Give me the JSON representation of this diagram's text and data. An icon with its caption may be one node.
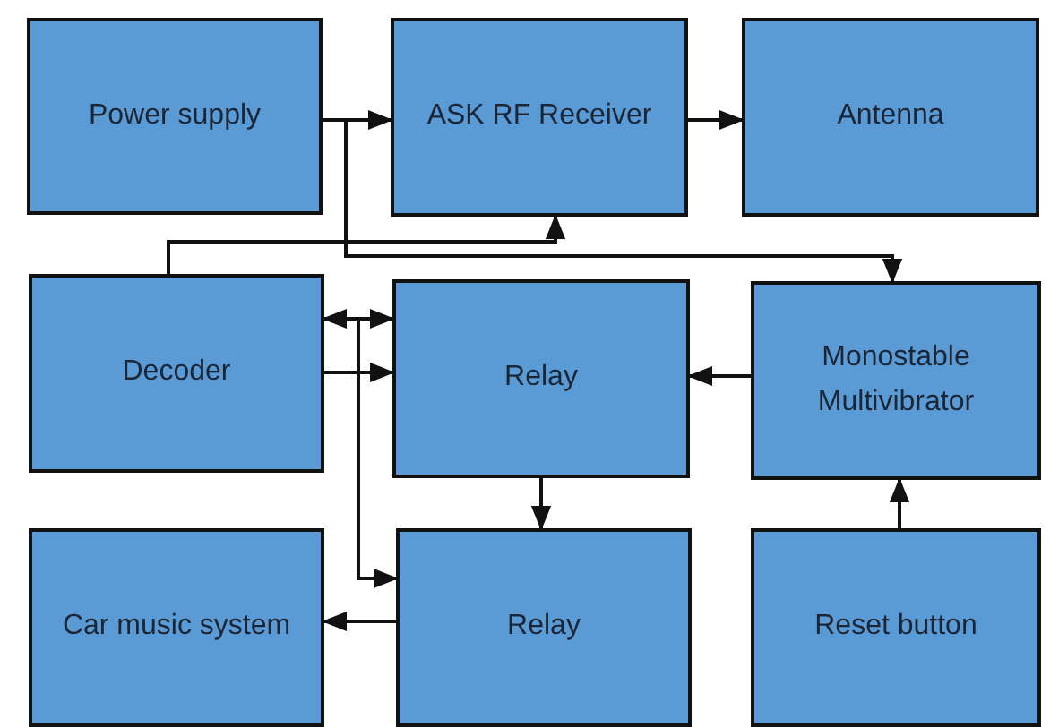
{
  "diagram": {
    "nodes": [
      {
        "text": [
          "Power supply"
        ]
      },
      {
        "text": [
          "ASK RF Receiver"
        ]
      },
      {
        "text": [
          "Antenna"
        ]
      },
      {
        "text": [
          "Decoder"
        ]
      },
      {
        "text": [
          "Relay"
        ]
      },
      {
        "text": [
          "Monostable Multivibrator"
        ]
      },
      {
        "text": [
          "Car music system"
        ]
      },
      {
        "text": [
          "Relay"
        ]
      },
      {
        "text": [
          "Reset button"
        ]
      }
    ],
    "edges": [
      {
        "from": 0,
        "to": 1,
        "arrow": "to"
      },
      {
        "from": 1,
        "to": 2,
        "arrow": "to"
      },
      {
        "from": 3,
        "to": 1,
        "arrow": "to"
      },
      {
        "from": 0,
        "to": 5,
        "arrow": "to"
      },
      {
        "from": 3,
        "to": 4,
        "arrow": "both"
      },
      {
        "from": 3,
        "to": 4,
        "arrow": "to"
      },
      {
        "from": 3,
        "to": 7,
        "arrow": "to"
      },
      {
        "from": 4,
        "to": 7,
        "arrow": "to"
      },
      {
        "from": 5,
        "to": 4,
        "arrow": "to"
      },
      {
        "from": 7,
        "to": 6,
        "arrow": "to"
      },
      {
        "from": 8,
        "to": 5,
        "arrow": "to"
      }
    ]
  }
}
